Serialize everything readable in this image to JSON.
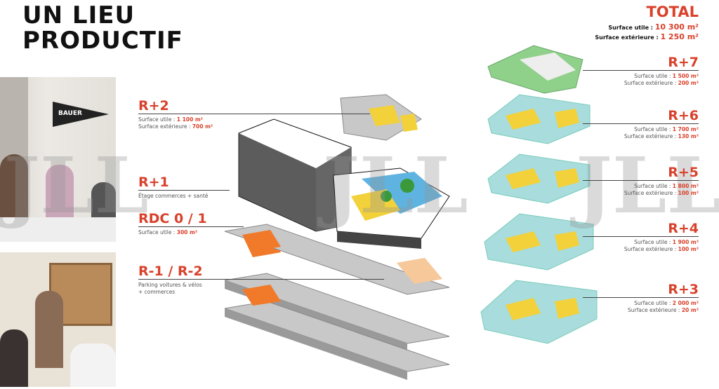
{
  "title": {
    "line1": "UN LIEU",
    "line2": "PRODUCTIF"
  },
  "photo_sign": "BAUER",
  "total": {
    "heading": "TOTAL",
    "rows": [
      {
        "label": "Surface utile : ",
        "value": "10 300 m²"
      },
      {
        "label": "Surface extérieure : ",
        "value": "1 250 m²"
      }
    ]
  },
  "left_levels": [
    {
      "name": "R+2",
      "lines": [
        {
          "label": "Surface utile : ",
          "value": "1 100 m²"
        },
        {
          "label": "Surface extérieure : ",
          "value": "700 m²"
        }
      ]
    },
    {
      "name": "R+1",
      "lines": [
        {
          "label": "Étage commerces + santé",
          "value": ""
        }
      ]
    },
    {
      "name": "RDC 0 / 1",
      "lines": [
        {
          "label": "Surface utile : ",
          "value": "300 m²"
        }
      ]
    },
    {
      "name": "R-1 / R-2",
      "lines": [
        {
          "label": "Parking voitures & vélos",
          "value": ""
        },
        {
          "label": "+ commerces",
          "value": ""
        }
      ]
    }
  ],
  "right_levels": [
    {
      "name": "R+7",
      "lines": [
        {
          "label": "Surface utile : ",
          "value": "1 500 m²"
        },
        {
          "label": "Surface extérieure : ",
          "value": "200 m²"
        }
      ]
    },
    {
      "name": "R+6",
      "lines": [
        {
          "label": "Surface utile : ",
          "value": "1 700 m²"
        },
        {
          "label": "Surface extérieure : ",
          "value": "130 m²"
        }
      ]
    },
    {
      "name": "R+5",
      "lines": [
        {
          "label": "Surface utile : ",
          "value": "1 800 m²"
        },
        {
          "label": "Surface extérieure : ",
          "value": "100 m²"
        }
      ]
    },
    {
      "name": "R+4",
      "lines": [
        {
          "label": "Surface utile : ",
          "value": "1 900 m²"
        },
        {
          "label": "Surface extérieure : ",
          "value": "100 m²"
        }
      ]
    },
    {
      "name": "R+3",
      "lines": [
        {
          "label": "Surface utile : ",
          "value": "2 000 m²"
        },
        {
          "label": "Surface extérieure : ",
          "value": "20 m²"
        }
      ]
    }
  ],
  "watermark": "JLL",
  "colors": {
    "accent": "#d9412b",
    "slab": "#c9c9c9",
    "green": "#7cc47a",
    "yellow": "#f2d13a",
    "glass": "#a9dcdc",
    "orange": "#f07a2a"
  }
}
